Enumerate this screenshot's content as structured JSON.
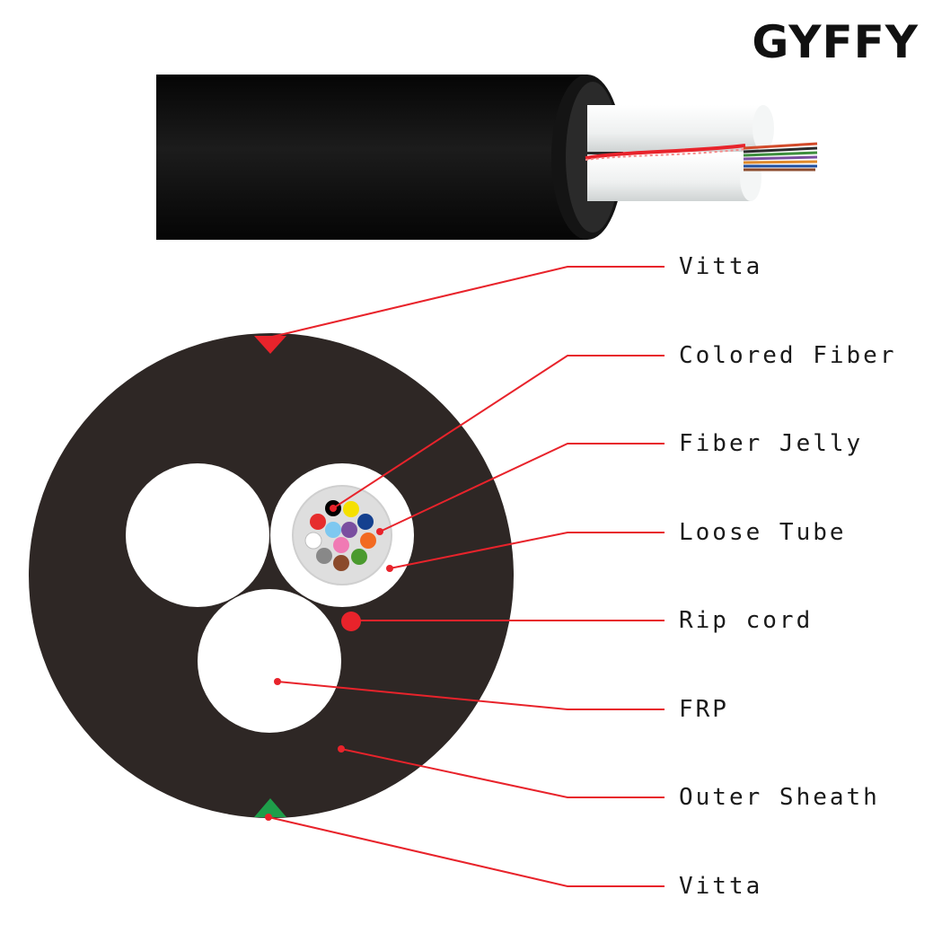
{
  "title": "GYFFY",
  "labels": {
    "vitta_top": "Vitta",
    "colored_fiber": "Colored Fiber",
    "fiber_jelly": "Fiber Jelly",
    "loose_tube": "Loose Tube",
    "rip_cord": "Rip cord",
    "frp": "FRP",
    "outer_sheath": "Outer Sheath",
    "vitta_bottom": "Vitta"
  },
  "colors": {
    "sheath": "#2e2725",
    "cable_jacket": "#0d0d0d",
    "leader_line": "#e8232b",
    "vitta_top": "#e8232b",
    "vitta_bottom": "#1e9e4a",
    "fiber_colors": [
      "#000000",
      "#f5e000",
      "#e62d2d",
      "#7ec8f0",
      "#7a4fa0",
      "#14408f",
      "#ffffff",
      "#f07ab4",
      "#f26a21",
      "#888888",
      "#8b4a2b",
      "#4a9a2e"
    ]
  }
}
